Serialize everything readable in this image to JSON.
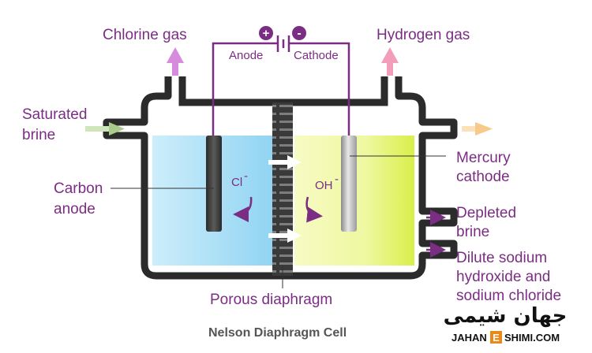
{
  "labels": {
    "chlorine_gas": "Chlorine gas",
    "hydrogen_gas": "Hydrogen gas",
    "anode_terminal": "Anode",
    "cathode_terminal": "Cathode",
    "plus_sign": "+",
    "minus_sign": "-",
    "saturated_brine_1": "Saturated",
    "saturated_brine_2": "brine",
    "carbon_anode_1": "Carbon",
    "carbon_anode_2": "anode",
    "mercury_cathode_1": "Mercury",
    "mercury_cathode_2": "cathode",
    "depleted_brine_1": "Depleted",
    "depleted_brine_2": "brine",
    "dilute_1": "Dilute sodium",
    "dilute_2": "hydroxide and",
    "dilute_3": "sodium chloride",
    "porous_diaphragm": "Porous diaphragm",
    "chloride_ion": "Cl",
    "chloride_charge": "-",
    "hydroxide_ion": "OH",
    "hydroxide_charge": "-"
  },
  "caption": "Nelson Diaphragm Cell",
  "brand": {
    "persian": "جهان شیمی",
    "latin_left": "JAHAN",
    "latin_e": "E",
    "latin_right": "SHIMI.COM"
  },
  "colors": {
    "label": "#7b2d84",
    "vessel": "#2b2b2b",
    "blue_solution": "#bfe6f7",
    "yellow_solution": "#f1f9a8",
    "chlorine_arrow": "#d68bdc",
    "hydrogen_arrow": "#f29dba",
    "brine_in_arrow": "#a9cc8e",
    "out_arrow": "#f7c98a"
  }
}
